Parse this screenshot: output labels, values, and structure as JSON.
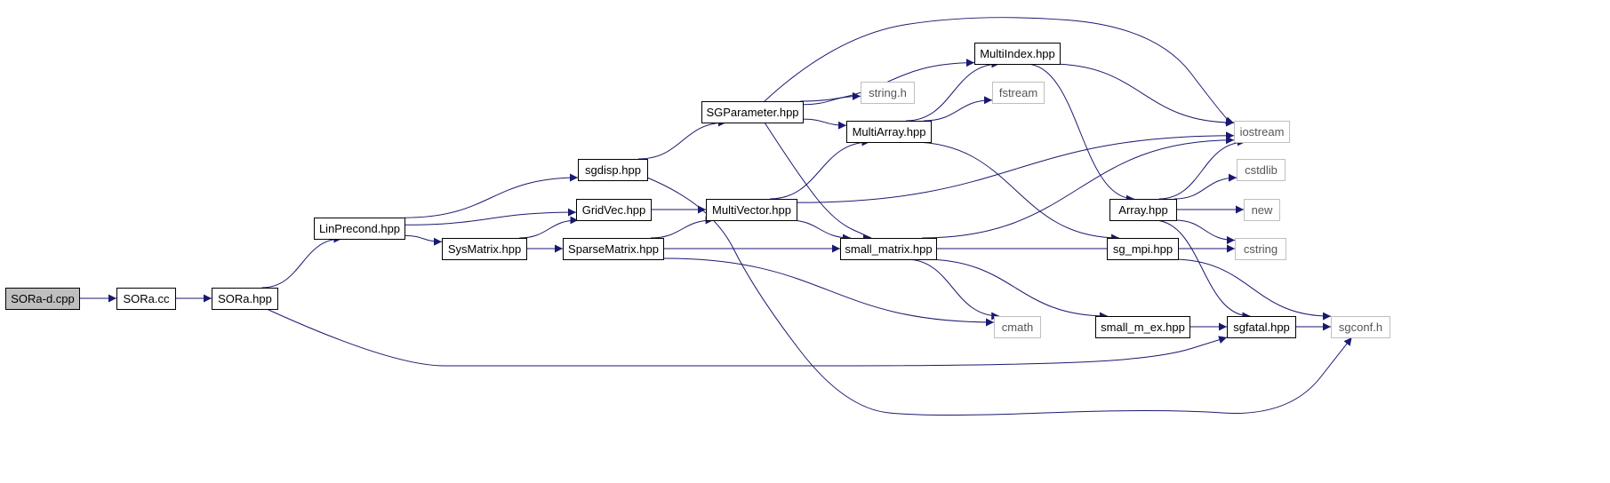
{
  "diagram": {
    "nodes": [
      {
        "id": "sora_d_cpp",
        "label": "SORa-d.cpp",
        "kind": "root"
      },
      {
        "id": "sora_cc",
        "label": "SORa.cc",
        "kind": "file"
      },
      {
        "id": "sora_hpp",
        "label": "SORa.hpp",
        "kind": "file"
      },
      {
        "id": "linprecond",
        "label": "LinPrecond.hpp",
        "kind": "file"
      },
      {
        "id": "sgdisp",
        "label": "sgdisp.hpp",
        "kind": "file"
      },
      {
        "id": "gridvec",
        "label": "GridVec.hpp",
        "kind": "file"
      },
      {
        "id": "sysmatrix",
        "label": "SysMatrix.hpp",
        "kind": "file"
      },
      {
        "id": "sparsematrix",
        "label": "SparseMatrix.hpp",
        "kind": "file"
      },
      {
        "id": "multivector",
        "label": "MultiVector.hpp",
        "kind": "file"
      },
      {
        "id": "sgparameter",
        "label": "SGParameter.hpp",
        "kind": "file"
      },
      {
        "id": "string_h",
        "label": "string.h",
        "kind": "external"
      },
      {
        "id": "multiindex",
        "label": "MultiIndex.hpp",
        "kind": "file"
      },
      {
        "id": "fstream",
        "label": "fstream",
        "kind": "external"
      },
      {
        "id": "multiarray",
        "label": "MultiArray.hpp",
        "kind": "file"
      },
      {
        "id": "small_matrix",
        "label": "small_matrix.hpp",
        "kind": "file"
      },
      {
        "id": "cmath",
        "label": "cmath",
        "kind": "external"
      },
      {
        "id": "small_m_ex",
        "label": "small_m_ex.hpp",
        "kind": "file"
      },
      {
        "id": "array",
        "label": "Array.hpp",
        "kind": "file"
      },
      {
        "id": "sg_mpi",
        "label": "sg_mpi.hpp",
        "kind": "file"
      },
      {
        "id": "sgfatal",
        "label": "sgfatal.hpp",
        "kind": "file"
      },
      {
        "id": "iostream",
        "label": "iostream",
        "kind": "external"
      },
      {
        "id": "cstdlib",
        "label": "cstdlib",
        "kind": "external"
      },
      {
        "id": "new",
        "label": "new",
        "kind": "external"
      },
      {
        "id": "cstring",
        "label": "cstring",
        "kind": "external"
      },
      {
        "id": "sgconf",
        "label": "sgconf.h",
        "kind": "external"
      }
    ],
    "edges": [
      [
        "sora_d_cpp",
        "sora_cc"
      ],
      [
        "sora_cc",
        "sora_hpp"
      ],
      [
        "sora_hpp",
        "linprecond"
      ],
      [
        "sora_hpp",
        "sgfatal"
      ],
      [
        "linprecond",
        "sgdisp"
      ],
      [
        "linprecond",
        "gridvec"
      ],
      [
        "linprecond",
        "sysmatrix"
      ],
      [
        "sgdisp",
        "sgparameter"
      ],
      [
        "sgdisp",
        "sgconf"
      ],
      [
        "gridvec",
        "multivector"
      ],
      [
        "sysmatrix",
        "gridvec"
      ],
      [
        "sysmatrix",
        "sparsematrix"
      ],
      [
        "sparsematrix",
        "multivector"
      ],
      [
        "sparsematrix",
        "small_matrix"
      ],
      [
        "sparsematrix",
        "cmath"
      ],
      [
        "multivector",
        "multiarray"
      ],
      [
        "multivector",
        "iostream"
      ],
      [
        "multivector",
        "small_matrix"
      ],
      [
        "sgparameter",
        "multiindex"
      ],
      [
        "sgparameter",
        "string_h"
      ],
      [
        "sgparameter",
        "multiarray"
      ],
      [
        "sgparameter",
        "iostream"
      ],
      [
        "sgparameter",
        "small_matrix"
      ],
      [
        "multiarray",
        "multiindex"
      ],
      [
        "multiarray",
        "fstream"
      ],
      [
        "multiarray",
        "sg_mpi"
      ],
      [
        "multiindex",
        "iostream"
      ],
      [
        "multiindex",
        "array"
      ],
      [
        "small_matrix",
        "iostream"
      ],
      [
        "small_matrix",
        "cstring"
      ],
      [
        "small_matrix",
        "cmath"
      ],
      [
        "small_matrix",
        "small_m_ex"
      ],
      [
        "small_m_ex",
        "sgfatal"
      ],
      [
        "array",
        "iostream"
      ],
      [
        "array",
        "cstdlib"
      ],
      [
        "array",
        "new"
      ],
      [
        "array",
        "cstring"
      ],
      [
        "array",
        "sgfatal"
      ],
      [
        "sg_mpi",
        "sgconf"
      ],
      [
        "sgfatal",
        "sgconf"
      ]
    ],
    "colors": {
      "edge": "#191970",
      "root_fill": "#bfbfbf",
      "node_fill": "#ffffff",
      "node_border": "#000000",
      "external_border": "#bfbfbf",
      "text": "#000000"
    }
  }
}
